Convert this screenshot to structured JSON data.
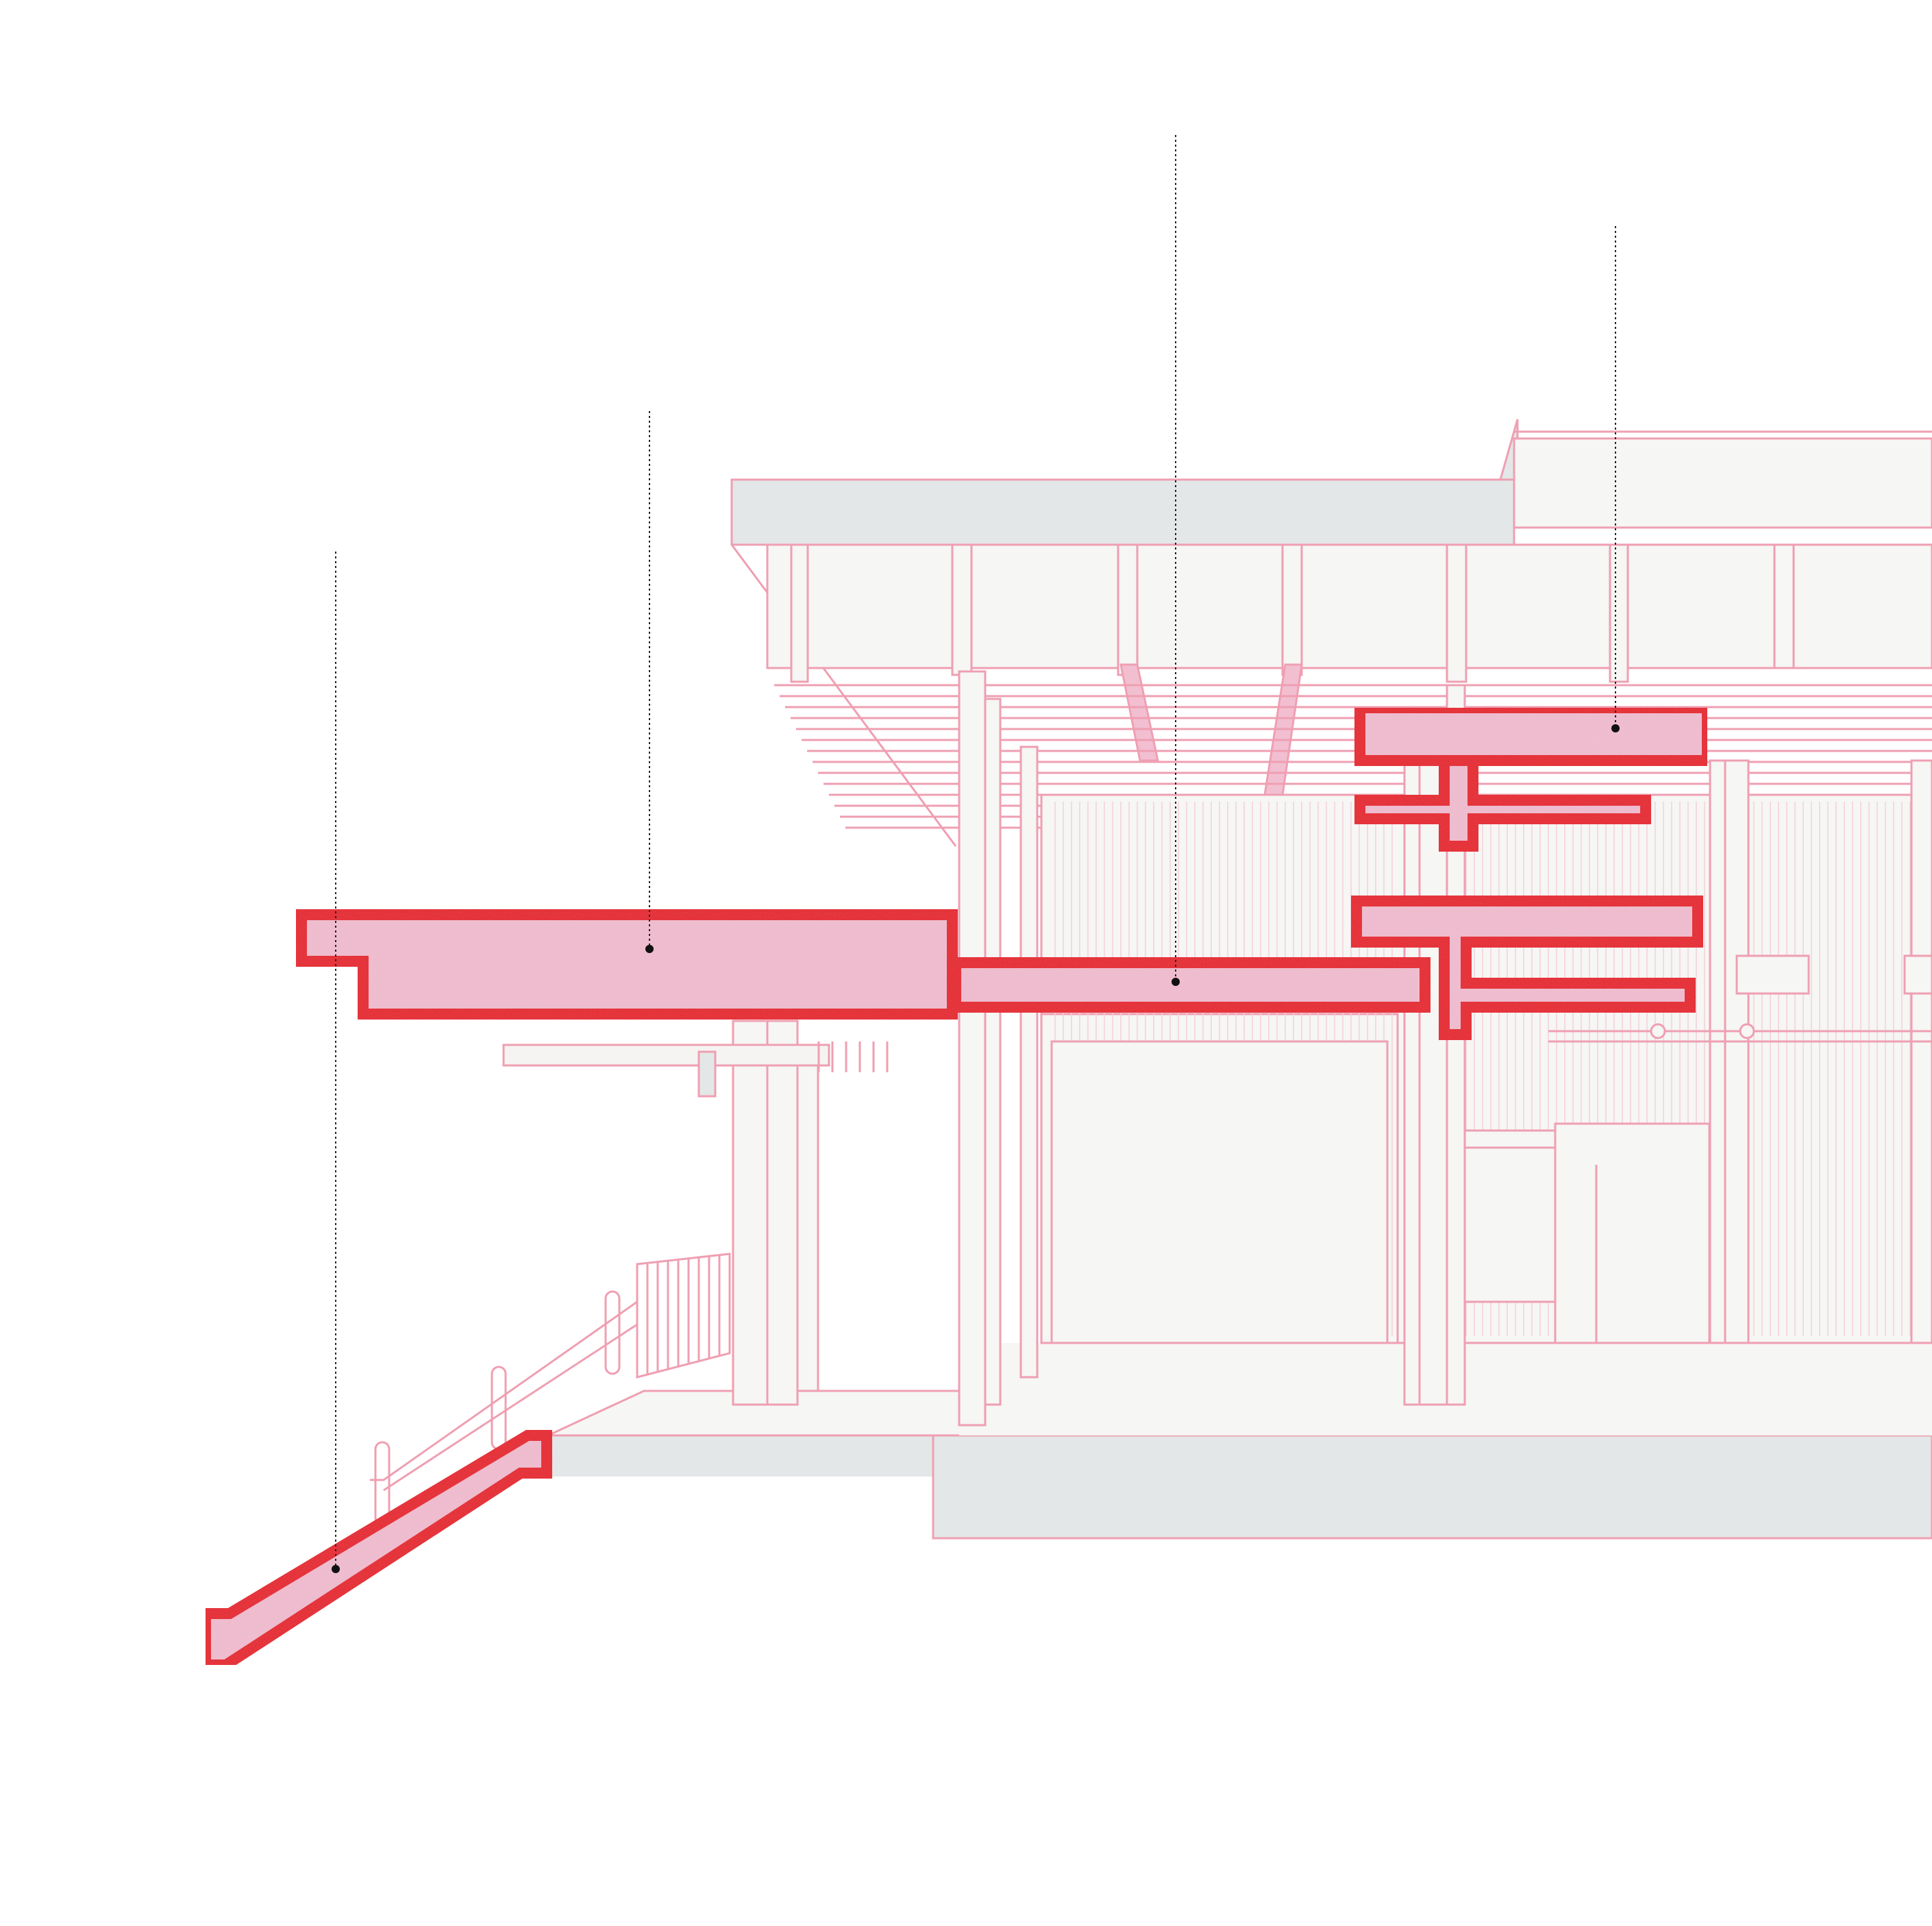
{
  "diagram": {
    "colors": {
      "background": "#ffffff",
      "highlight_stroke": "#e8141c",
      "highlight_fill": "#f2bfd1",
      "context_line": "#ef9fb2",
      "context_fill_light": "#f6f6f4",
      "context_fill_grey": "#e3e7e7",
      "leader_line": "#222222"
    },
    "highlighted_elements": [
      {
        "name": "stair-slab-section"
      },
      {
        "name": "cantilever-slab-section"
      },
      {
        "name": "intermediate-floor-slab-section"
      },
      {
        "name": "upper-beam-section"
      }
    ],
    "labels": []
  }
}
